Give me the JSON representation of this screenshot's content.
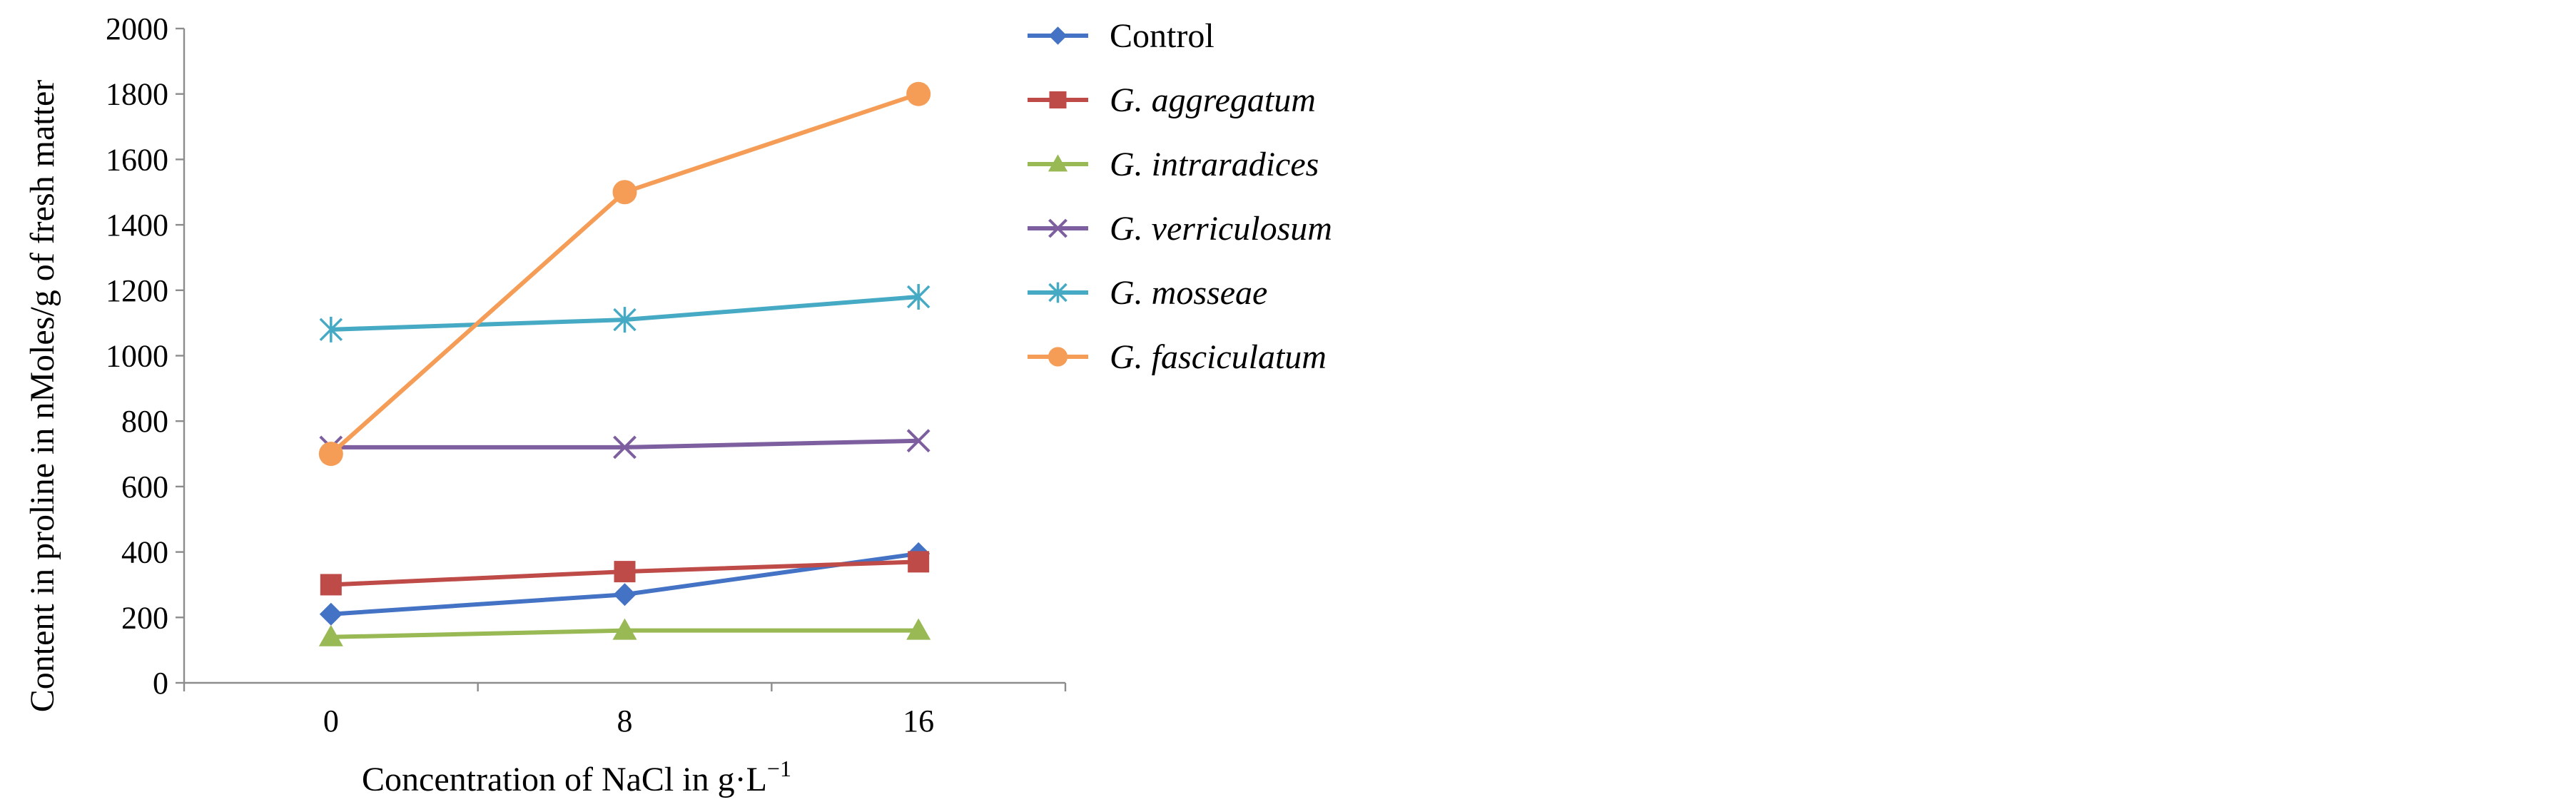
{
  "chart_data": {
    "type": "line",
    "x": [
      "0",
      "8",
      "16"
    ],
    "xlabel": "Concentration of NaCl in g·L",
    "xlabel_superscript": "−1",
    "ylabel": "Content in proline in nMoles/g of fresh matter",
    "ylim": [
      0,
      2000
    ],
    "yticks": [
      "0",
      "200",
      "400",
      "600",
      "800",
      "1000",
      "1200",
      "1400",
      "1600",
      "1800",
      "2000"
    ],
    "grid": false,
    "legend_position": "right",
    "series": [
      {
        "name": "Control",
        "prefix": "",
        "rest": "Control",
        "values": [
          210,
          270,
          395
        ],
        "color": "#4472c4",
        "marker": "diamond"
      },
      {
        "name": "G. aggregatum",
        "prefix": "G.",
        "rest": " aggregatum",
        "values": [
          300,
          340,
          370
        ],
        "color": "#be4b48",
        "marker": "square"
      },
      {
        "name": "G. intraradices",
        "prefix": "G.",
        "rest": " intraradices",
        "values": [
          140,
          160,
          160
        ],
        "color": "#98b954",
        "marker": "triangle"
      },
      {
        "name": "G. verriculosum",
        "prefix": "G.",
        "rest": " verriculosum",
        "values": [
          720,
          720,
          740
        ],
        "color": "#7d5fa0",
        "marker": "x"
      },
      {
        "name": "G. mosseae",
        "prefix": "G.",
        "rest": " mosseae",
        "values": [
          1080,
          1110,
          1180
        ],
        "color": "#46aac5",
        "marker": "star"
      },
      {
        "name": "G. fasciculatum",
        "prefix": "G.",
        "rest": " fasciculatum",
        "values": [
          700,
          1500,
          1800
        ],
        "color": "#f59d56",
        "marker": "circle"
      }
    ]
  }
}
